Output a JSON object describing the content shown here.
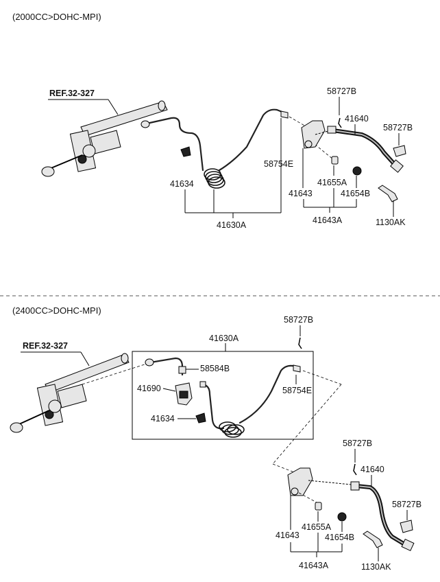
{
  "section_2000": {
    "title": "(2000CC>DOHC-MPI)",
    "ref": "REF.32-327",
    "labels": {
      "p58727B_top": "58727B",
      "p41640": "41640",
      "p58727B_right": "58727B",
      "p58754E": "58754E",
      "p41634": "41634",
      "p41655A": "41655A",
      "p41643": "41643",
      "p41654B": "41654B",
      "p41630A": "41630A",
      "p41643A": "41643A",
      "p1130AK": "1130AK"
    }
  },
  "section_2400": {
    "title": "(2400CC>DOHC-MPI)",
    "ref": "REF.32-327",
    "labels": {
      "p58727B_top": "58727B",
      "p41630A": "41630A",
      "p58584B": "58584B",
      "p41690": "41690",
      "p58754E": "58754E",
      "p41634": "41634",
      "p58727B_mid": "58727B",
      "p41640": "41640",
      "p58727B_right": "58727B",
      "p41655A": "41655A",
      "p41643": "41643",
      "p41654B": "41654B",
      "p41643A": "41643A",
      "p1130AK": "1130AK"
    }
  }
}
